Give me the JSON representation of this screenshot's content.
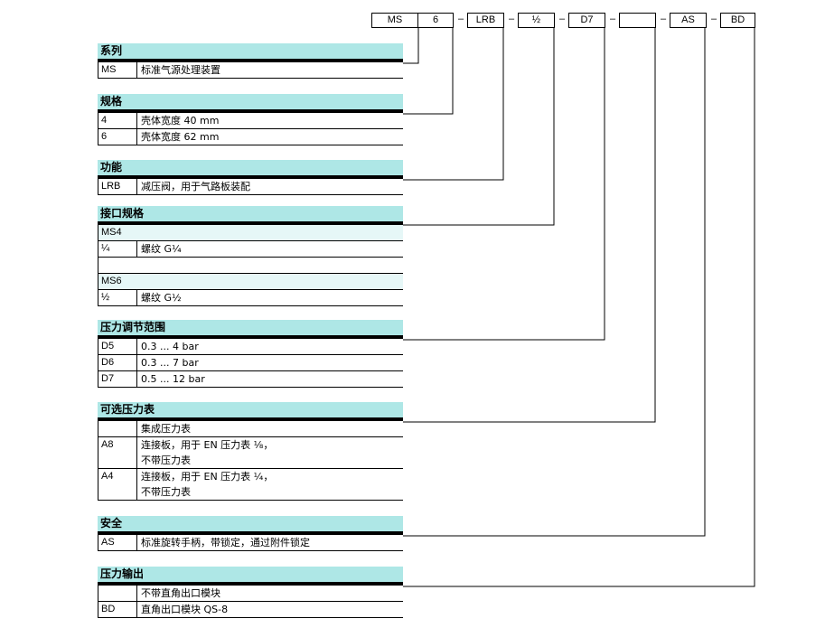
{
  "order_code": [
    "MS",
    "6",
    "LRB",
    "½",
    "D7",
    "",
    "AS",
    "BD"
  ],
  "separator": "–",
  "sections": [
    {
      "title": "系列",
      "rows": [
        {
          "code": "MS",
          "desc": "标准气源处理装置"
        }
      ]
    },
    {
      "title": "规格",
      "rows": [
        {
          "code": "4",
          "desc": "壳体宽度 40 mm"
        },
        {
          "code": "6",
          "desc": "壳体宽度 62 mm"
        }
      ]
    },
    {
      "title": "功能",
      "rows": [
        {
          "code": "LRB",
          "desc": "减压阀，用于气路板装配"
        }
      ]
    },
    {
      "title": "接口规格",
      "rows": [
        {
          "code": "MS4",
          "desc": "",
          "sub": true
        },
        {
          "code": "¼",
          "desc": "螺纹 G¼"
        },
        {
          "code": "",
          "desc": "",
          "empty": true
        },
        {
          "code": "MS6",
          "desc": "",
          "sub": true
        },
        {
          "code": "½",
          "desc": "螺纹 G½"
        }
      ]
    },
    {
      "title": "压力调节范围",
      "rows": [
        {
          "code": "D5",
          "desc": "0.3 ... 4 bar"
        },
        {
          "code": "D6",
          "desc": "0.3 ... 7 bar"
        },
        {
          "code": "D7",
          "desc": "0.5 ... 12 bar"
        }
      ]
    },
    {
      "title": "可选压力表",
      "rows": [
        {
          "code": "",
          "desc": "集成压力表"
        },
        {
          "code": "A8",
          "desc": "连接板，用于 EN 压力表 ⅛，\n不带压力表",
          "tall": true
        },
        {
          "code": "A4",
          "desc": "连接板，用于 EN 压力表 ¼，\n不带压力表",
          "tall": true
        }
      ]
    },
    {
      "title": "安全",
      "rows": [
        {
          "code": "AS",
          "desc": "标准旋转手柄，带锁定，通过附件锁定"
        }
      ]
    },
    {
      "title": "压力输出",
      "rows": [
        {
          "code": "",
          "desc": "不带直角出口模块"
        },
        {
          "code": "BD",
          "desc": "直角出口模块 QS-8"
        }
      ]
    }
  ]
}
